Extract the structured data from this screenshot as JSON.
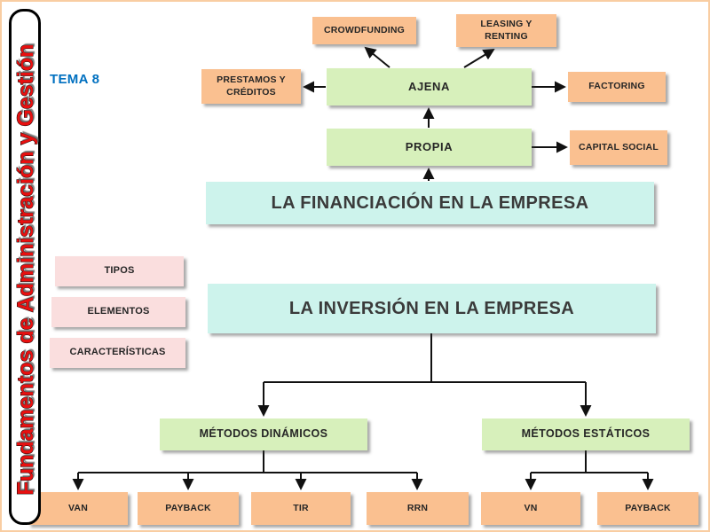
{
  "page": {
    "sidebar_title": "Fundamentos de Administración y Gestión",
    "tema_label": "TEMA 8"
  },
  "colors": {
    "node_orange": "#FAC090",
    "node_green": "#D7F0BB",
    "node_cyan": "#CDF3EC",
    "node_pink": "#FADEDE",
    "sidebar_red": "#E81010",
    "tema_blue": "#0070C0",
    "connector_black": "#111111"
  },
  "financing": {
    "title": "LA FINANCIACIÓN EN LA EMPRESA",
    "nodes": {
      "crowdfunding": "CROWDFUNDING",
      "leasing": "LEASING Y RENTING",
      "prestamos": "PRESTAMOS Y CRÉDITOS",
      "ajena": "AJENA",
      "factoring": "FACTORING",
      "propia": "PROPIA",
      "capital": "CAPITAL SOCIAL"
    }
  },
  "investment": {
    "title": "LA INVERSIÓN EN LA EMPRESA",
    "side_items": [
      "TIPOS",
      "ELEMENTOS",
      "CARACTERÍSTICAS"
    ],
    "dynamic": {
      "label": "MÉTODOS DINÁMICOS",
      "children": [
        "VAN",
        "PAYBACK",
        "TIR",
        "RRN"
      ]
    },
    "static": {
      "label": "MÉTODOS ESTÁTICOS",
      "children": [
        "VN",
        "PAYBACK"
      ]
    }
  }
}
